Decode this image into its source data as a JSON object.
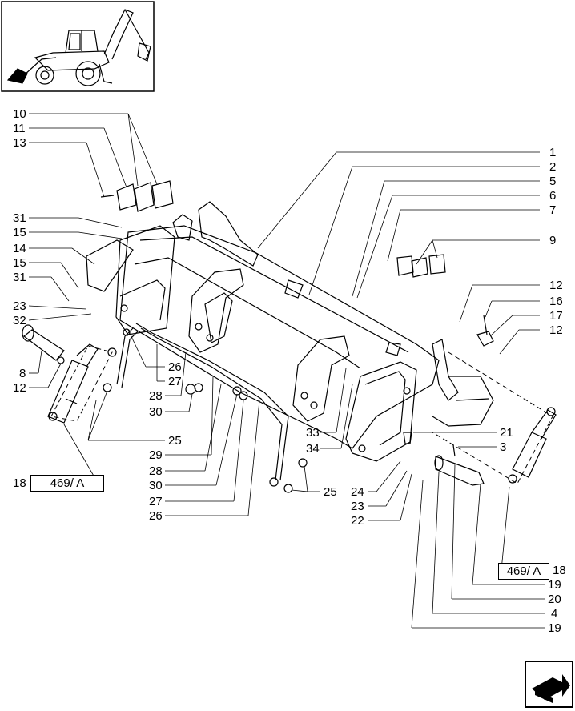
{
  "diagram": {
    "callouts": [
      {
        "id": "c10",
        "text": "10"
      },
      {
        "id": "c11",
        "text": "11"
      },
      {
        "id": "c13",
        "text": "13"
      },
      {
        "id": "c31a",
        "text": "31"
      },
      {
        "id": "c15a",
        "text": "15"
      },
      {
        "id": "c14",
        "text": "14"
      },
      {
        "id": "c15b",
        "text": "15"
      },
      {
        "id": "c31b",
        "text": "31"
      },
      {
        "id": "c23a",
        "text": "23"
      },
      {
        "id": "c32",
        "text": "32"
      },
      {
        "id": "c8",
        "text": "8"
      },
      {
        "id": "c12a",
        "text": "12"
      },
      {
        "id": "c1",
        "text": "1"
      },
      {
        "id": "c2",
        "text": "2"
      },
      {
        "id": "c5",
        "text": "5"
      },
      {
        "id": "c6",
        "text": "6"
      },
      {
        "id": "c7",
        "text": "7"
      },
      {
        "id": "c9",
        "text": "9"
      },
      {
        "id": "c12b",
        "text": "12"
      },
      {
        "id": "c16",
        "text": "16"
      },
      {
        "id": "c17",
        "text": "17"
      },
      {
        "id": "c12c",
        "text": "12"
      },
      {
        "id": "c26a",
        "text": "26"
      },
      {
        "id": "c27a",
        "text": "27"
      },
      {
        "id": "c28a",
        "text": "28"
      },
      {
        "id": "c30a",
        "text": "30"
      },
      {
        "id": "c25a",
        "text": "25"
      },
      {
        "id": "c29",
        "text": "29"
      },
      {
        "id": "c28b",
        "text": "28"
      },
      {
        "id": "c30b",
        "text": "30"
      },
      {
        "id": "c27b",
        "text": "27"
      },
      {
        "id": "c26b",
        "text": "26"
      },
      {
        "id": "c33",
        "text": "33"
      },
      {
        "id": "c34",
        "text": "34"
      },
      {
        "id": "c21",
        "text": "21"
      },
      {
        "id": "c3",
        "text": "3"
      },
      {
        "id": "c25b",
        "text": "25"
      },
      {
        "id": "c24",
        "text": "24"
      },
      {
        "id": "c23b",
        "text": "23"
      },
      {
        "id": "c22",
        "text": "22"
      },
      {
        "id": "c18a",
        "text": "18"
      },
      {
        "id": "c18b",
        "text": "18"
      },
      {
        "id": "c19a",
        "text": "19"
      },
      {
        "id": "c20",
        "text": "20"
      },
      {
        "id": "c4",
        "text": "4"
      },
      {
        "id": "c19b",
        "text": "19"
      }
    ],
    "references": [
      {
        "id": "ref-left",
        "text": "469/ A"
      },
      {
        "id": "ref-right",
        "text": "469/ A"
      }
    ]
  }
}
